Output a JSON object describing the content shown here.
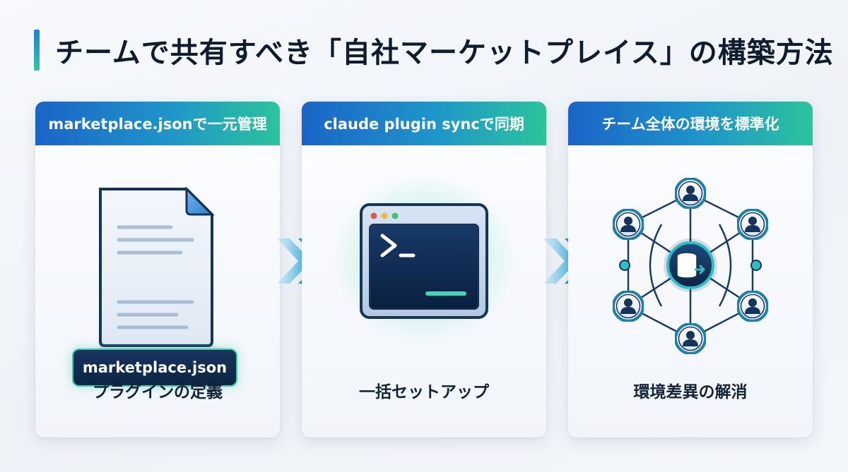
{
  "title": "チームで共有すべき「自社マーケットプレイス」の構築方法",
  "colors": {
    "accent_blue": "#1a64c8",
    "accent_teal": "#2bc49b",
    "dark_navy": "#0d2443"
  },
  "steps": [
    {
      "header": "marketplace.jsonで一元管理",
      "file_label": "marketplace.json",
      "caption": "プラグインの定義",
      "icon": "json-document-icon"
    },
    {
      "header": "claude plugin syncで同期",
      "terminal_prompt": ">_",
      "caption": "一括セットアップ",
      "icon": "terminal-icon"
    },
    {
      "header": "チーム全体の環境を標準化",
      "caption": "環境差異の解消",
      "icon": "team-network-icon"
    }
  ],
  "connectors": [
    "chevron-right-icon",
    "chevron-right-icon"
  ]
}
